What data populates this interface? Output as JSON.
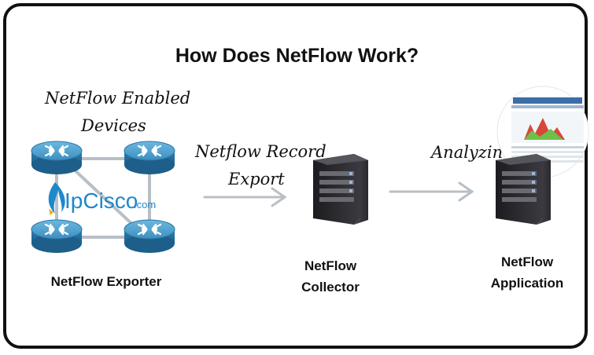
{
  "title": "How Does NetFlow Work?",
  "annotations": {
    "enabled_devices": [
      "NetFlow Enabled",
      "Devices"
    ],
    "record_export": [
      "Netflow Record",
      "Export"
    ],
    "analyzing": "Analyzing"
  },
  "logo": {
    "brand": "IpCisco",
    "suffix": ".com"
  },
  "nodes": {
    "exporter": "NetFlow Exporter",
    "collector": [
      "NetFlow",
      "Collector"
    ],
    "application": [
      "NetFlow",
      "Application"
    ]
  },
  "colors": {
    "router_top": "#4b9fcc",
    "router_side": "#2f78a8",
    "link": "#b8bfc6",
    "arrow": "#b8bfc6",
    "server_dark": "#2a2a2e",
    "logo_blue": "#1e88c9"
  }
}
